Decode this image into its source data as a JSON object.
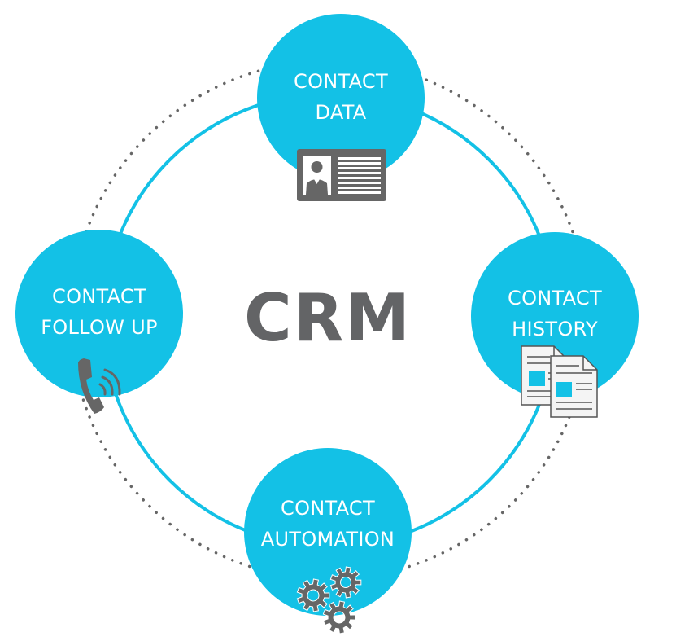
{
  "center_title": "CRM",
  "nodes": [
    {
      "id": "contact-data",
      "lines": [
        "CONTACT",
        "DATA"
      ],
      "icon": "contact-card-icon"
    },
    {
      "id": "contact-history",
      "lines": [
        "CONTACT",
        "HISTORY"
      ],
      "icon": "documents-icon"
    },
    {
      "id": "contact-automation",
      "lines": [
        "CONTACT",
        "AUTOMATION"
      ],
      "icon": "gears-icon"
    },
    {
      "id": "contact-follow-up",
      "lines": [
        "CONTACT",
        "FOLLOW UP"
      ],
      "icon": "phone-icon"
    }
  ],
  "colors": {
    "node_fill": "#13c1e6",
    "ring": "#13c1e6",
    "dotted_ring": "#666666",
    "title": "#636466",
    "icon_gray": "#666666",
    "icon_accent": "#13c1e6"
  }
}
